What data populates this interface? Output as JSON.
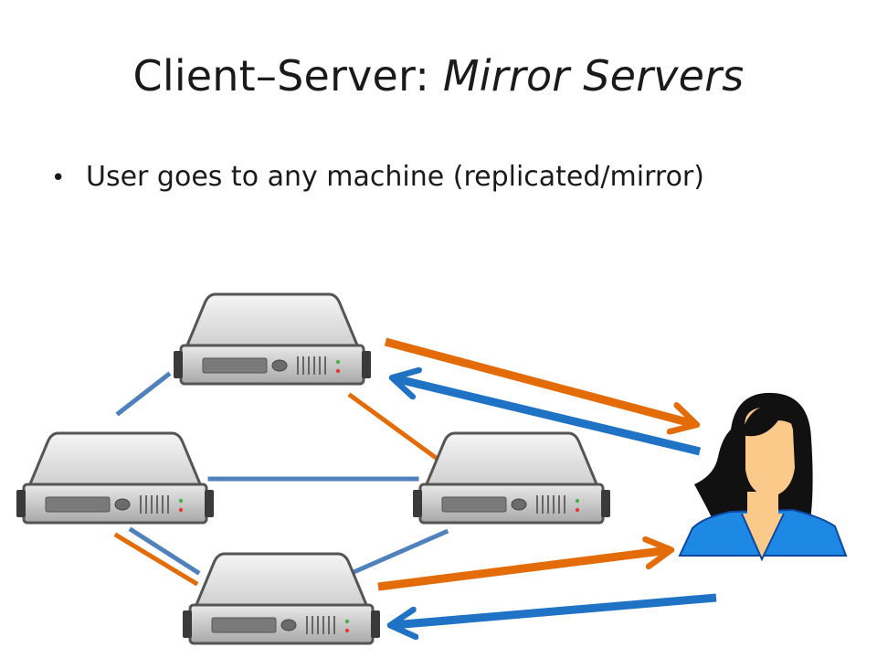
{
  "slide": {
    "title_main": "Client–Server: ",
    "title_emphasis": "Mirror Servers",
    "bullets": [
      {
        "text": "User goes to any machine (replicated/mirror)"
      }
    ]
  },
  "diagram": {
    "nodes": [
      {
        "id": "server-top",
        "kind": "server-icon"
      },
      {
        "id": "server-left",
        "kind": "server-icon"
      },
      {
        "id": "server-right",
        "kind": "server-icon"
      },
      {
        "id": "server-bottom",
        "kind": "server-icon"
      },
      {
        "id": "user",
        "kind": "user-avatar-icon"
      }
    ],
    "colors": {
      "sync_blue": "#4f81bd",
      "sync_orange": "#e36c09",
      "request_orange": "#e36c09",
      "response_blue": "#1f72c4",
      "user_hair": "#111111",
      "user_face": "#fbc98a",
      "user_shirt": "#1e88e5",
      "server_body": "#c8c8c8",
      "server_front": "#8a8a8a"
    }
  }
}
